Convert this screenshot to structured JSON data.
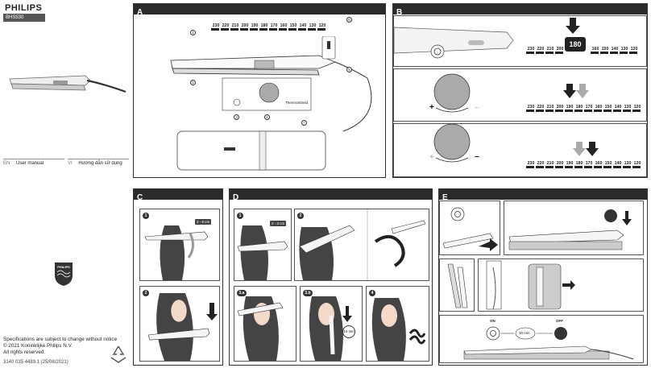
{
  "brand": "PHILIPS",
  "model": "BHS530",
  "manuals": [
    {
      "code": "EN",
      "label": "User manual"
    },
    {
      "code": "VI",
      "label": "Hướng dẫn sử dụng"
    }
  ],
  "footer": {
    "line1": "Specifications are subject to change without notice",
    "line2": "© 2021 Koninklijke Philips N.V.",
    "line3": "All rights reserved.",
    "doc_code": "3140 035 4489.1 (25/08/2021)"
  },
  "sections": {
    "a": "A",
    "b": "B",
    "c": "C",
    "d": "D",
    "e": "E"
  },
  "temperatures": [
    "230",
    "220",
    "210",
    "200",
    "190",
    "180",
    "170",
    "160",
    "150",
    "140",
    "130",
    "120"
  ],
  "b_temps_left": [
    "230",
    "220",
    "210",
    "200"
  ],
  "b_temps_right": [
    "160",
    "150",
    "140",
    "130",
    "120"
  ],
  "b_current_temp": "180",
  "callouts": [
    "1",
    "2",
    "3",
    "4",
    "5",
    "6",
    "7"
  ],
  "thermoshield_label": "ThermoShield",
  "c_steps": [
    "1",
    "2"
  ],
  "c_time": "3 - 5 cm",
  "d_steps": [
    "1",
    "2",
    "3.a",
    "3.b",
    "4"
  ],
  "d_time": "2 - 3 cm",
  "d_time_sec": "10 sec",
  "e_on": "ON",
  "e_off": "OFF",
  "e_time": "30 min"
}
